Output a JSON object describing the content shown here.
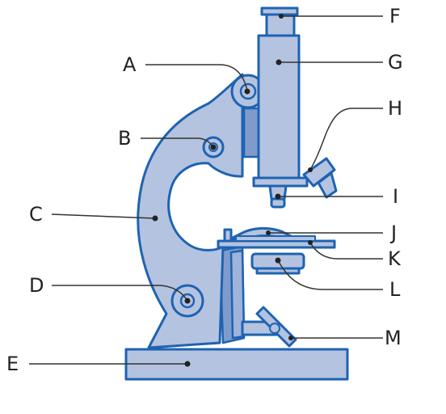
{
  "labels": {
    "a": "A",
    "b": "B",
    "c": "C",
    "d": "D",
    "e": "E",
    "f": "F",
    "g": "G",
    "h": "H",
    "i": "I",
    "j": "J",
    "k": "K",
    "l": "L",
    "m": "M"
  },
  "colors": {
    "body_fill": "#b4c3e0",
    "outline": "#1e63b1",
    "shadow": "#7f9bcd",
    "leader_line": "#333333"
  }
}
